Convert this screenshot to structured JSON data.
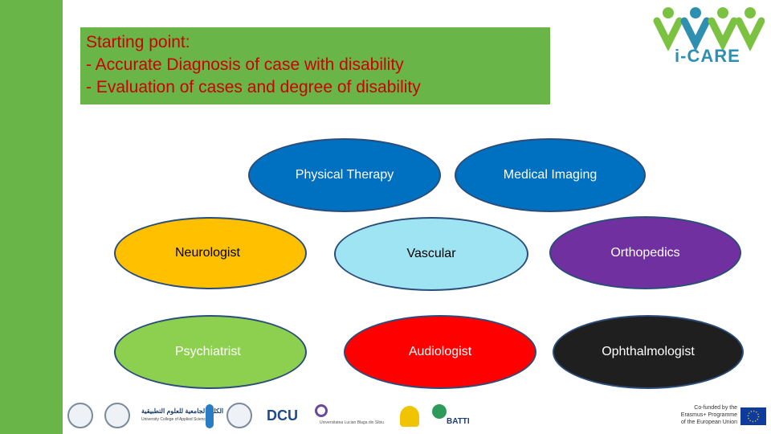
{
  "start_box": {
    "line1": "Starting point:",
    "line2": "- Accurate Diagnosis of case with disability",
    "line3": "- Evaluation of cases and degree of disability"
  },
  "nodes": {
    "physical_therapy": "Physical Therapy",
    "medical_imaging": "Medical Imaging",
    "neurologist": "Neurologist",
    "vascular": "Vascular",
    "orthopedics": "Orthopedics",
    "psychiatrist": "Psychiatrist",
    "audiologist": "Audiologist",
    "ophthalmologist": "Ophthalmologist"
  },
  "logo": {
    "text": "i-CARE"
  },
  "footer": {
    "uni_arabic": "الكلية الجامعية للعلوم التطبيقية",
    "uni_english": "University College of Applied Sciences",
    "dcu": "DCU",
    "partner_text": "Universitatea Lucian Blaga din Sibiu",
    "batti": "BATTI",
    "eu_funding": "Co-funded by the Erasmus+ Programme of the European Union"
  },
  "colors": {
    "accent_green": "#6ab548",
    "start_text": "#cc0000",
    "blue": "#0070c0",
    "yellow": "#ffc000",
    "light_cyan": "#9ee4f2",
    "purple": "#7030a0",
    "light_green": "#8dd04f",
    "red": "#ff0000",
    "dark": "#1f1f1f"
  }
}
